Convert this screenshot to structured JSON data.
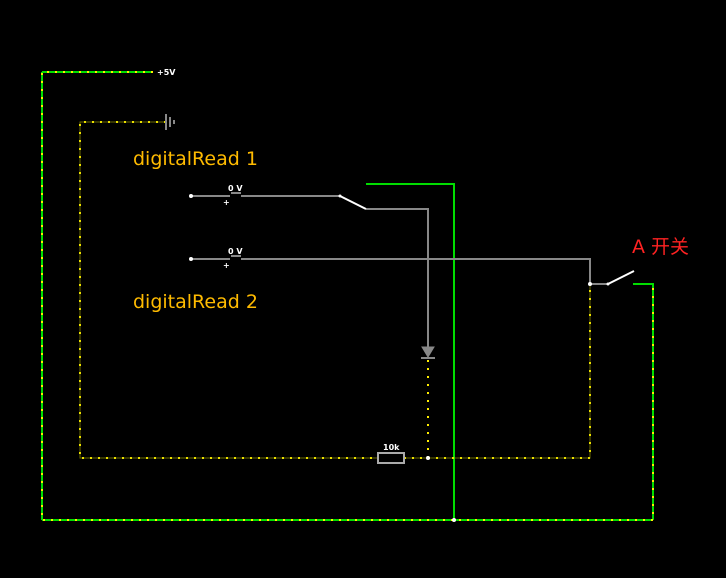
{
  "labels": {
    "supply": "+5V",
    "digital_read_1": "digitalRead 1",
    "digital_read_2": "digitalRead 2",
    "switch_a": "A 开关",
    "resistor": "10k",
    "voltmeter_1_value": "0 V",
    "voltmeter_1_polarity": "+",
    "voltmeter_2_value": "0 V",
    "voltmeter_2_polarity": "+"
  },
  "colors": {
    "background": "#000000",
    "wire_live": "#00dd00",
    "wire_current_dots": "#ffee00",
    "wire_idle": "#888888",
    "label_orange": "#ffbb00",
    "label_red": "#ff2222",
    "small_text": "#ffffff"
  }
}
